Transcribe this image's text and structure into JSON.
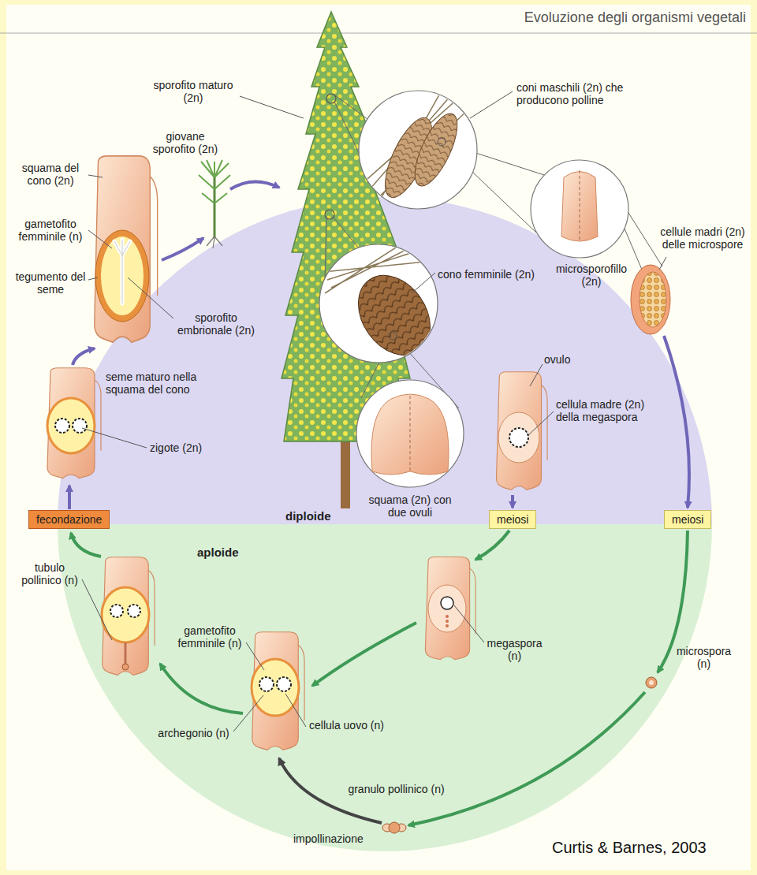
{
  "diagram": {
    "title": "Evoluzione degli organismi vegetali",
    "nodes": [
      {
        "text": [
          "fecondazione"
        ]
      },
      {
        "text": [
          "meiosi"
        ]
      },
      {
        "text": [
          "meiosi"
        ]
      }
    ],
    "labels": [
      "sporofito maturo (2n)",
      "giovane sporofito (2n)",
      "coni maschili (2n) che producono polline",
      "cellule madri (2n) delle microspore",
      "microsporofillo (2n)",
      "cono femminile (2n)",
      "ovulo",
      "cellula madre (2n) della megaspora",
      "squama (2n) con due ovuli",
      "squama del cono (2n)",
      "gametofito femminile (n)",
      "tegumento del seme",
      "sporofito embrionale (2n)",
      "seme maturo nella squama del cono",
      "zigote (2n)",
      "diploide",
      "aploide",
      "megaspora (n)",
      "microspora (n)",
      "granulo pollinico (n)",
      "impollinazione",
      "tubulo pollinico (n)",
      "gametofito femminile (n)",
      "archegonio (n)",
      "cellula uovo (n)",
      "Curtis & Barnes, 2003"
    ]
  }
}
